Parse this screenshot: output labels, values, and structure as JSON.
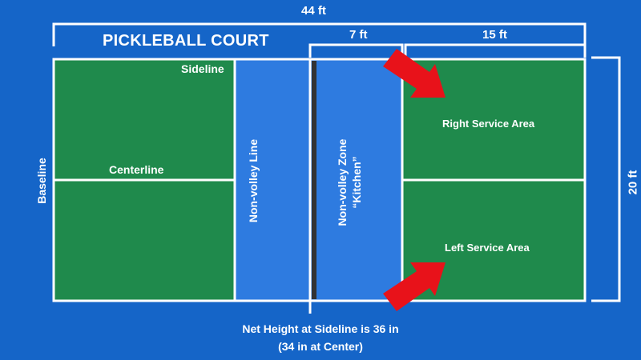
{
  "title": "PICKLEBALL COURT",
  "dimensions": {
    "length": "44 ft",
    "kitchen": "7 ft",
    "service": "15 ft",
    "width": "20 ft"
  },
  "labels": {
    "baseline": "Baseline",
    "sideline": "Sideline",
    "centerline": "Centerline",
    "non_volley_line": "Non-volley Line",
    "non_volley_zone": "Non-volley Zone",
    "kitchen": "“Kitchen”",
    "right_service_area": "Right Service Area",
    "left_service_area": "Left Service Area"
  },
  "net_note": {
    "line1": "Net Height at Sideline is 36 in",
    "line2": "(34 in at Center)"
  },
  "colors": {
    "background": "#1565c8",
    "court_green": "#1f8a4c",
    "kitchen_blue": "#2e7be0",
    "net": "#333333",
    "arrow_red": "#e8121a",
    "lines": "#ffffff"
  }
}
